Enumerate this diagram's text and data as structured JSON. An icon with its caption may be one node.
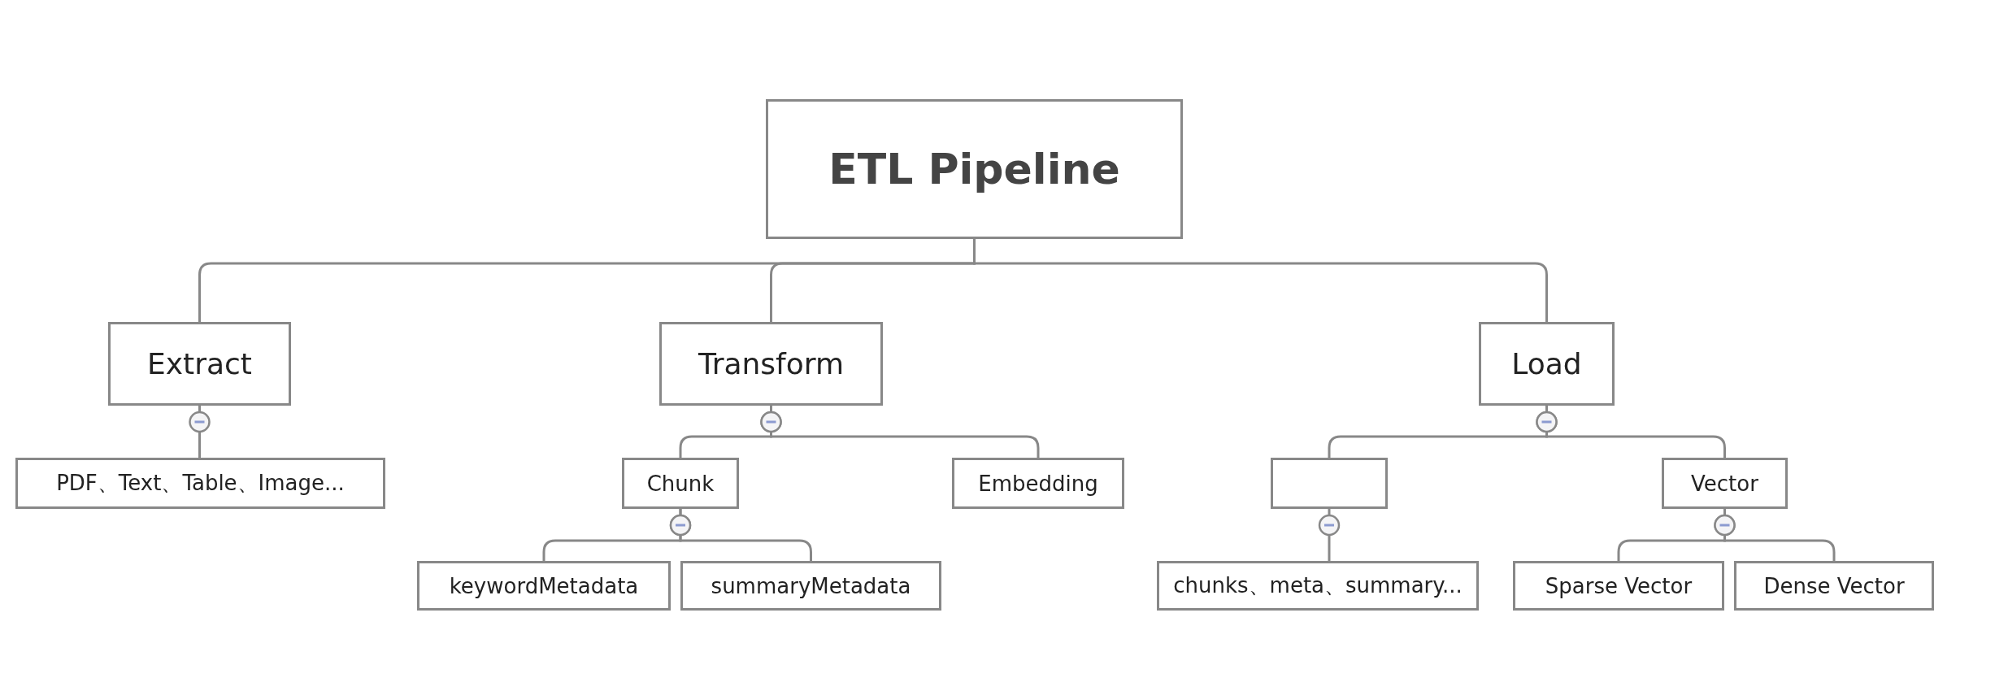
{
  "diagram": {
    "nodes": [
      {
        "text": [
          "ETL Pipeline"
        ]
      },
      {
        "text": [
          "Extract"
        ]
      },
      {
        "text": [
          "PDF、Text、Table、Image..."
        ]
      },
      {
        "text": [
          "Transform"
        ]
      },
      {
        "text": [
          "Chunk"
        ]
      },
      {
        "text": [
          "Embedding"
        ]
      },
      {
        "text": [
          "keywordMetadata"
        ]
      },
      {
        "text": [
          "summaryMetadata"
        ]
      },
      {
        "text": [
          "Load"
        ]
      },
      {
        "text": [],
        "shape": "box"
      },
      {
        "text": [
          "chunks、meta、summary..."
        ]
      },
      {
        "text": [
          "Vector"
        ]
      },
      {
        "text": [
          "Sparse Vector"
        ]
      },
      {
        "text": [
          "Dense Vector"
        ]
      }
    ],
    "edges": [
      {
        "from": 0,
        "to": 1,
        "arrow": "none"
      },
      {
        "from": 0,
        "to": 3,
        "arrow": "none"
      },
      {
        "from": 0,
        "to": 8,
        "arrow": "none"
      },
      {
        "from": 1,
        "to": 2,
        "arrow": "other"
      },
      {
        "from": 3,
        "to": 4,
        "arrow": "other"
      },
      {
        "from": 3,
        "to": 5,
        "arrow": "other"
      },
      {
        "from": 4,
        "to": 6,
        "arrow": "other"
      },
      {
        "from": 4,
        "to": 7,
        "arrow": "other"
      },
      {
        "from": 8,
        "to": 9,
        "arrow": "other"
      },
      {
        "from": 8,
        "to": 11,
        "arrow": "other"
      },
      {
        "from": 9,
        "to": 10,
        "arrow": "other"
      },
      {
        "from": 11,
        "to": 12,
        "arrow": "other"
      },
      {
        "from": 11,
        "to": 13,
        "arrow": "other"
      }
    ]
  }
}
